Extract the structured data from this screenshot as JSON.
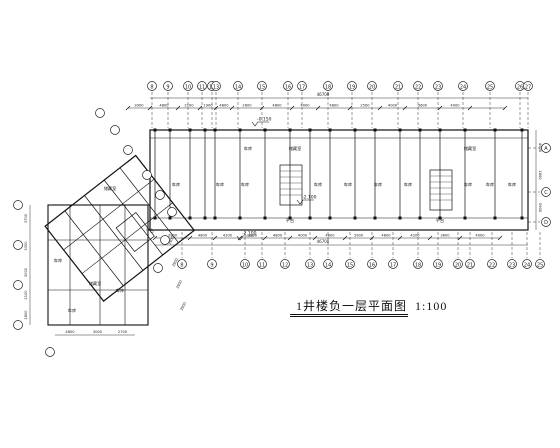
{
  "drawing": {
    "caption_number": "1",
    "caption_text": "井楼负一层平面图",
    "caption_scale": "1:100",
    "top_axes": [
      "8",
      "9",
      "10",
      "11",
      "12",
      "13",
      "14",
      "15",
      "16",
      "17",
      "18",
      "19",
      "20",
      "21",
      "22",
      "23",
      "24",
      "25",
      "26",
      "27"
    ],
    "bottom_axes": [
      "8",
      "9",
      "10",
      "11",
      "12",
      "13",
      "14",
      "15",
      "16",
      "17",
      "18",
      "19",
      "20",
      "21",
      "22",
      "23",
      "24",
      "25"
    ],
    "right_axes": [
      "A",
      "C",
      "D"
    ],
    "top_dims": [
      "3900",
      "4800",
      "2100",
      "1900",
      "4800",
      "2600",
      "4800",
      "4000",
      "4800",
      "2500",
      "4000",
      "3600",
      "4000"
    ],
    "bottom_dims": [
      "3900",
      "4800",
      "4200",
      "3900",
      "4800",
      "4000",
      "4800",
      "3900",
      "4800",
      "4200",
      "3600",
      "4000"
    ],
    "total_dim_top": "46700",
    "total_dim_bottom": "46700",
    "left_dims": [
      "3700",
      "3300",
      "3000",
      "2100",
      "1800"
    ],
    "right_dims": [
      "4500",
      "1800",
      "5900"
    ],
    "diag_dims": [
      "3900",
      "3900",
      "3900",
      "3900"
    ],
    "wing_bottom_dims": [
      "4800",
      "3000",
      "2700"
    ],
    "levels": [
      "-0.150",
      "-2.100",
      "-2.100"
    ],
    "room_labels": [
      "储藏室",
      "储藏室",
      "车库",
      "车库",
      "车库",
      "车库",
      "车库",
      "车库",
      "车库",
      "车库",
      "车库",
      "车库",
      "车库",
      "储藏室",
      "储藏室",
      "车库",
      "车库",
      "车库"
    ],
    "stair_labels": [
      "平台",
      "平台",
      "平台"
    ]
  }
}
